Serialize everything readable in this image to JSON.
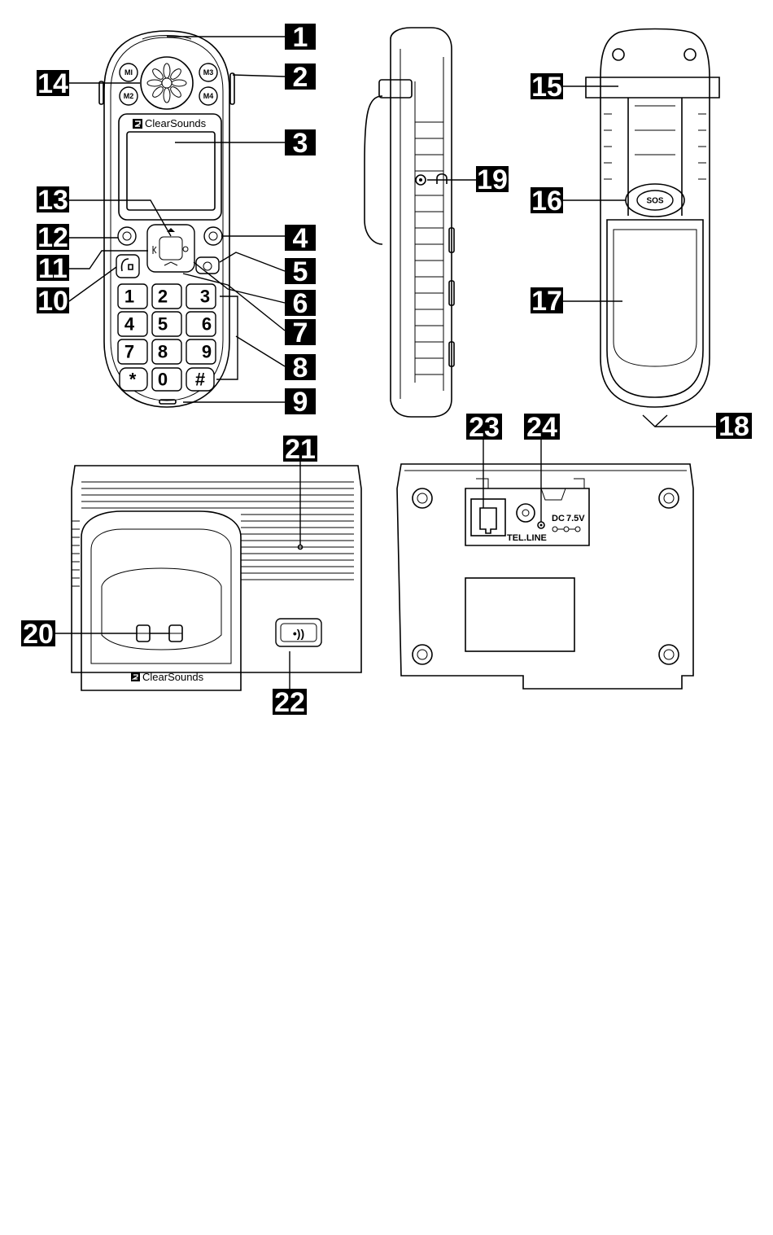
{
  "callouts": [
    "1",
    "2",
    "3",
    "4",
    "5",
    "6",
    "7",
    "8",
    "9",
    "10",
    "11",
    "12",
    "13",
    "14",
    "15",
    "16",
    "17",
    "18",
    "19",
    "20",
    "21",
    "22",
    "23",
    "24"
  ],
  "handset": {
    "brand": "ClearSounds",
    "memory_keys": [
      "MI",
      "M3",
      "M2",
      "M4"
    ],
    "digit_keys": [
      "1",
      "2",
      "3",
      "4",
      "5",
      "6",
      "7",
      "8",
      "9",
      "*",
      "0",
      "#"
    ]
  },
  "back": {
    "sos_label": "SOS"
  },
  "base": {
    "brand": "ClearSounds",
    "page_button_icon": "•))",
    "tel_line_label": "TEL.LINE",
    "dc_label": "DC",
    "voltage_label": "7.5V"
  }
}
